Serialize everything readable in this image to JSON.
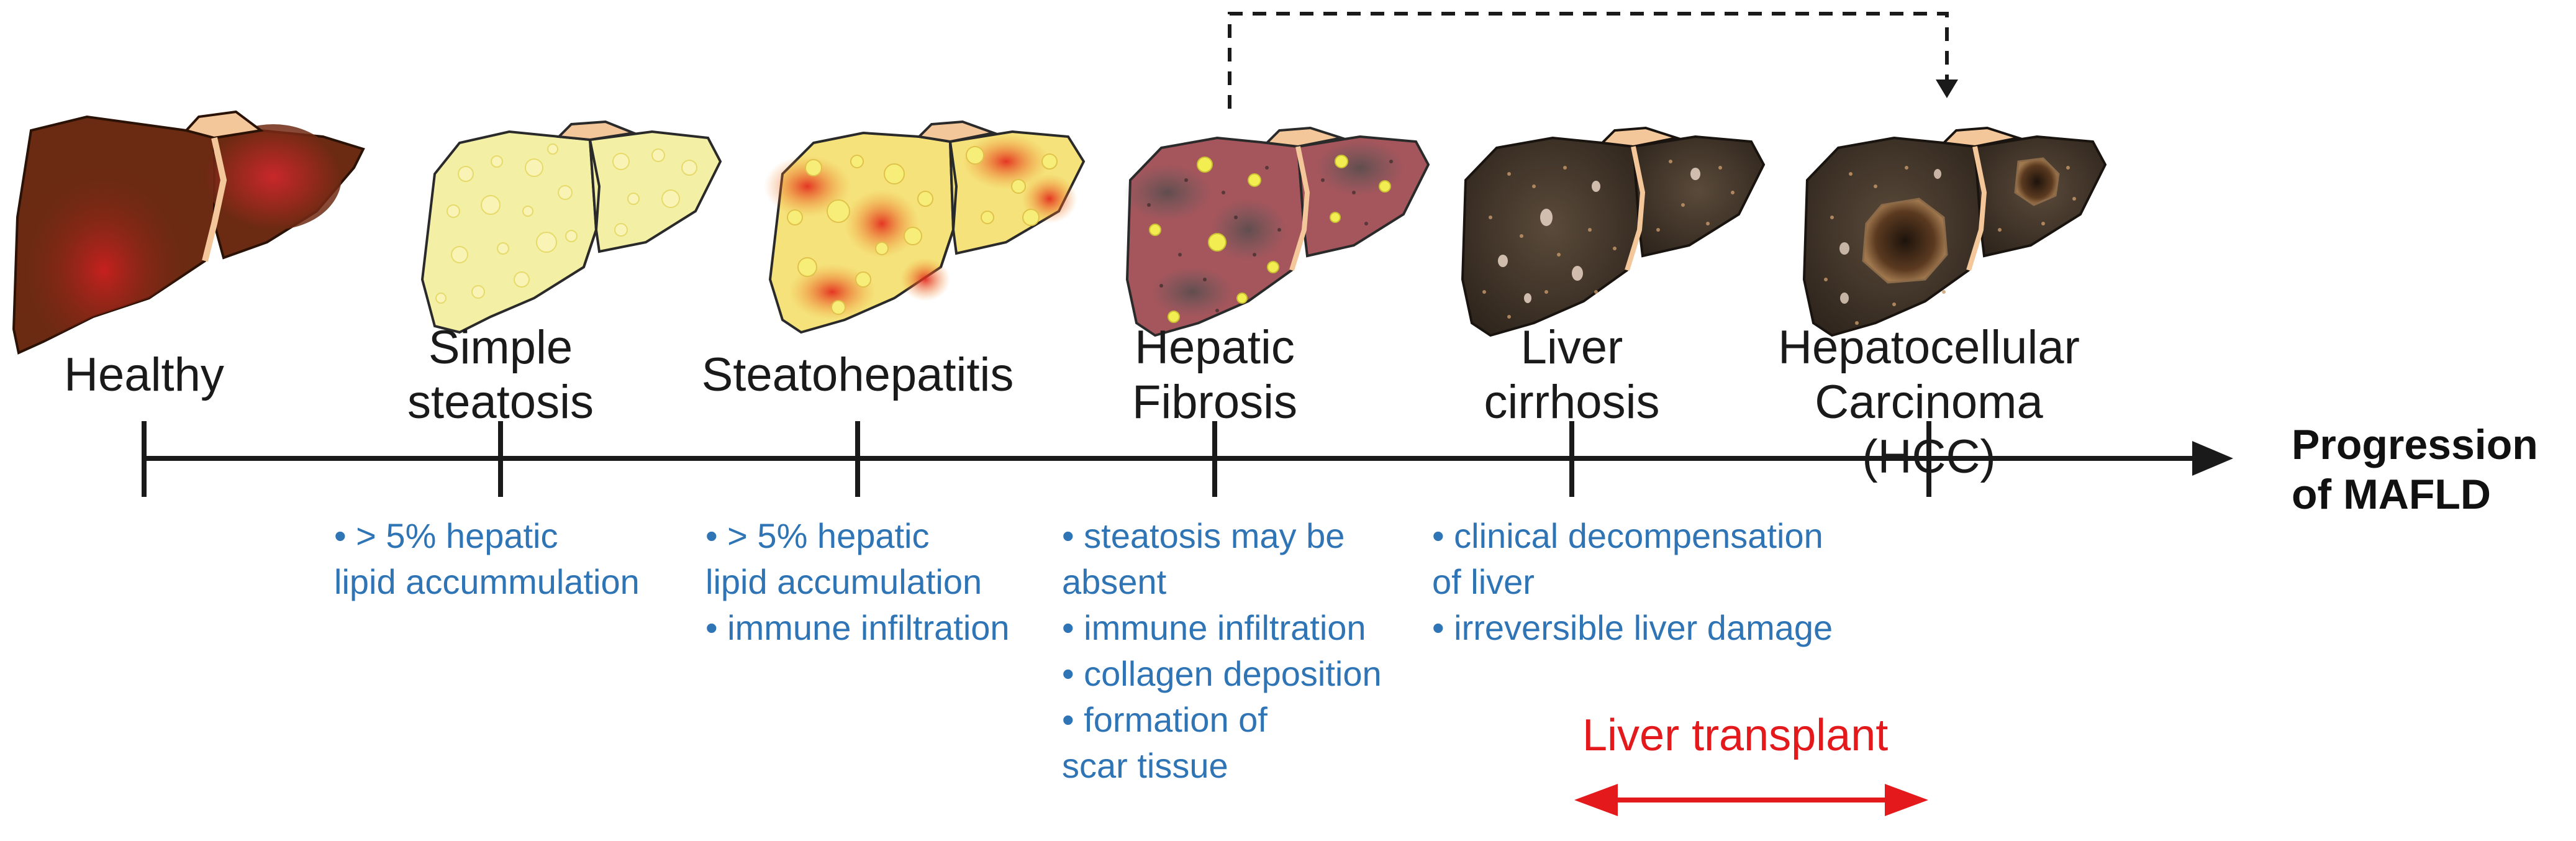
{
  "stages": [
    {
      "label": "Healthy"
    },
    {
      "label": "Simple\nsteatosis"
    },
    {
      "label": "Steatohepatitis"
    },
    {
      "label": "Hepatic\nFibrosis"
    },
    {
      "label": "Liver\ncirrhosis"
    },
    {
      "label": "Hepatocellular\nCarcinoma (HCC)"
    }
  ],
  "axis_title": "Progression\nof MAFLD",
  "notes": {
    "simple_steatosis": "• > 5% hepatic\nlipid accummulation",
    "steatohepatitis": "• > 5% hepatic\nlipid accumulation\n• immune infiltration",
    "fibrosis": "• steatosis may be\n  absent\n• immune infiltration\n• collagen deposition\n• formation of\n  scar tissue",
    "cirrhosis": "• clinical decompensation\n  of liver\n• irreversible liver damage"
  },
  "transplant_label": "Liver transplant",
  "colors": {
    "note_text": "#2f74b5",
    "transplant": "#e3191c",
    "axis": "#1a1a1a",
    "healthy_liver": "#6b2a12",
    "steatosis_liver": "#f3f0a6",
    "inflamed_liver": "#f5e27a",
    "fibrosis_liver": "#a4565c",
    "cirrhosis_liver": "#3c3026",
    "ligament": "#f4c79a"
  },
  "icons": [
    "liver-healthy-icon",
    "liver-steatosis-icon",
    "liver-steatohepatitis-icon",
    "liver-fibrosis-icon",
    "liver-cirrhosis-icon",
    "liver-hcc-icon"
  ]
}
